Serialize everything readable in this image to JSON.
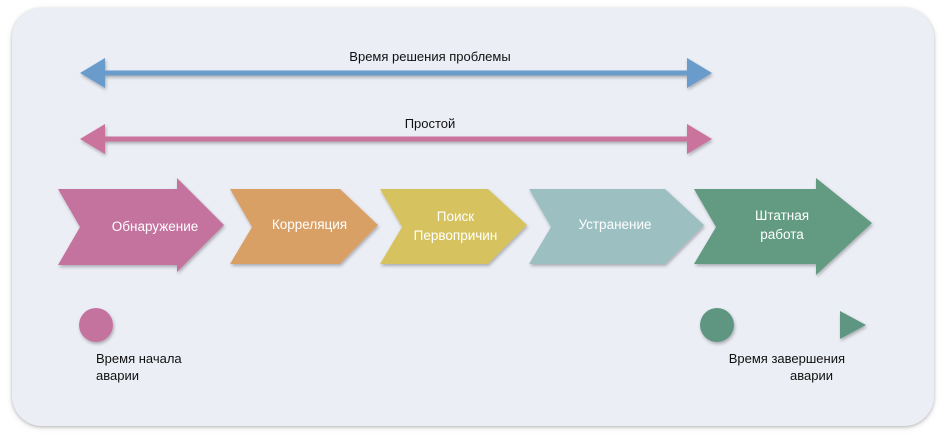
{
  "diagram": {
    "resolution_time_label": "Время решения проблемы",
    "downtime_label": "Простой",
    "stages": [
      {
        "line1": "Обнаружение",
        "line2": "",
        "color": "#c4739e"
      },
      {
        "line1": "Корреляция",
        "line2": "",
        "color": "#d9a066"
      },
      {
        "line1": "Поиск",
        "line2": "Первопричин",
        "color": "#d6c35f"
      },
      {
        "line1": "Устранение",
        "line2": "",
        "color": "#9cc0c2"
      },
      {
        "line1": "Штатная",
        "line2": "работа",
        "color": "#629a82"
      }
    ],
    "start_label_line1": "Время начала",
    "start_label_line2": "аварии",
    "end_label_line1": "Время завершения",
    "end_label_line2": "аварии",
    "colors": {
      "resolution_arrow": "#6a9ccb",
      "downtime_arrow": "#c9739d",
      "start_marker": "#c4739e",
      "end_marker": "#5f9682"
    }
  }
}
